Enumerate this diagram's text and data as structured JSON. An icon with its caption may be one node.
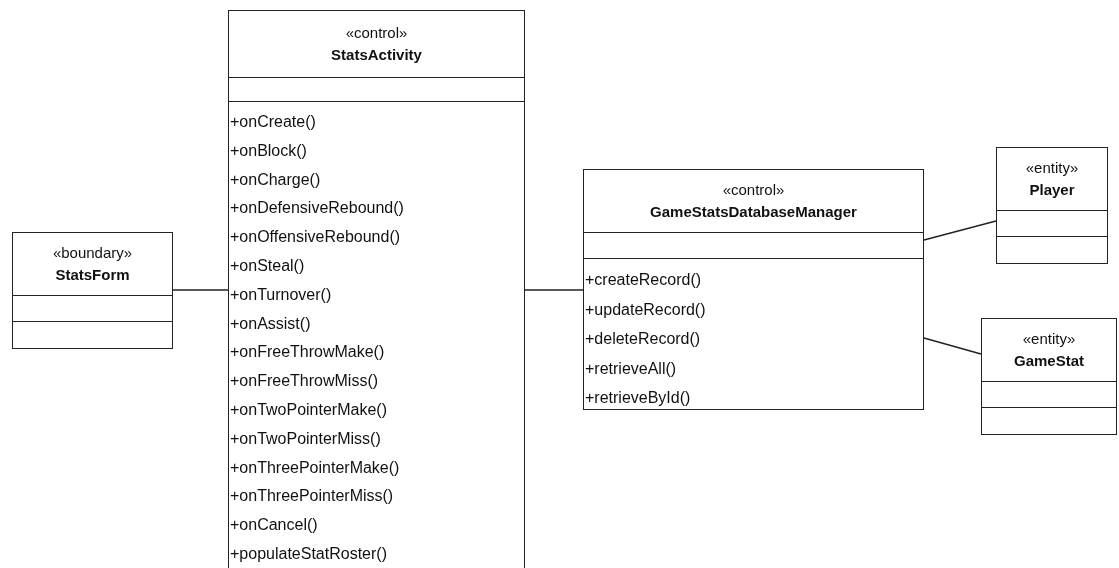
{
  "diagram": {
    "nodes": [
      {
        "text": [
          "«boundary»",
          "StatsForm"
        ]
      },
      {
        "text": [
          "«control»",
          "StatsActivity",
          "+onCreate()",
          "+onBlock()",
          "+onCharge()",
          "+onDefensiveRebound()",
          "+onOffensiveRebound()",
          "+onSteal()",
          "+onTurnover()",
          "+onAssist()",
          "+onFreeThrowMake()",
          "+onFreeThrowMiss()",
          "+onTwoPointerMake()",
          "+onTwoPointerMiss()",
          "+onThreePointerMake()",
          "+onThreePointerMiss()",
          "+onCancel()",
          "+populateStatRoster()"
        ]
      },
      {
        "text": [
          "«control»",
          "GameStatsDatabaseManager",
          "+createRecord()",
          "+updateRecord()",
          "+deleteRecord()",
          "+retrieveAll()",
          "+retrieveById()"
        ]
      },
      {
        "text": [
          "«entity»",
          "Player"
        ]
      },
      {
        "text": [
          "«entity»",
          "GameStat"
        ]
      }
    ],
    "edges": [
      {
        "from": 0,
        "to": 1,
        "arrow": "none"
      },
      {
        "from": 1,
        "to": 2,
        "arrow": "none"
      },
      {
        "from": 2,
        "to": 3,
        "arrow": "none"
      },
      {
        "from": 2,
        "to": 4,
        "arrow": "none"
      }
    ]
  }
}
